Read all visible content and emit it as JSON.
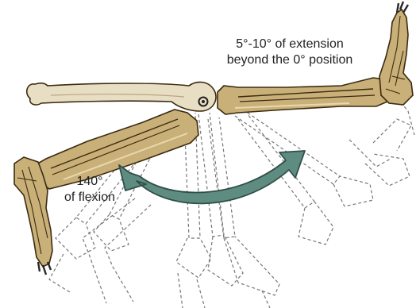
{
  "labels": {
    "extension": {
      "line1": "5°-10° of extension",
      "line2": "beyond the 0° position"
    },
    "flexion": {
      "line1": "140°",
      "line2": "of flexion"
    }
  },
  "colors": {
    "bone_fill": "#C9B078",
    "bone_shadow": "#9A7B3C",
    "bone_highlight": "#E8D9AE",
    "femur_fill": "#E8DEC4",
    "outline": "#3B2A10",
    "arrow_fill": "#5F8C80",
    "arrow_stroke": "#2F4F48",
    "dashed_outline": "#777777",
    "label_text": "#222222"
  },
  "icons": {
    "arrow": "double-headed-curved-arrow",
    "joint_marker": "knee-axis-dot"
  }
}
